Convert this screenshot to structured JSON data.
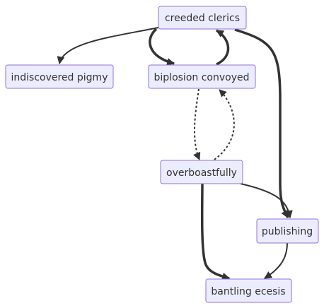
{
  "diagram": {
    "nodes": {
      "creeded_clerics": {
        "label": "creeded clerics"
      },
      "indiscovered_pigmy": {
        "label": "indiscovered pigmy"
      },
      "biplosion_convoyed": {
        "label": "biplosion convoyed"
      },
      "overboastfully": {
        "label": "overboastfully"
      },
      "publishing": {
        "label": "publishing"
      },
      "bantling_ecesis": {
        "label": "bantling ecesis"
      }
    },
    "edges": [
      {
        "from": "creeded_clerics",
        "to": "indiscovered_pigmy",
        "style": "normal"
      },
      {
        "from": "creeded_clerics",
        "to": "biplosion_convoyed",
        "style": "thick"
      },
      {
        "from": "biplosion_convoyed",
        "to": "creeded_clerics",
        "style": "thick"
      },
      {
        "from": "creeded_clerics",
        "to": "publishing",
        "style": "thick"
      },
      {
        "from": "biplosion_convoyed",
        "to": "overboastfully",
        "style": "dotted"
      },
      {
        "from": "overboastfully",
        "to": "biplosion_convoyed",
        "style": "dotted"
      },
      {
        "from": "overboastfully",
        "to": "publishing",
        "style": "normal"
      },
      {
        "from": "overboastfully",
        "to": "bantling_ecesis",
        "style": "thick"
      },
      {
        "from": "publishing",
        "to": "bantling_ecesis",
        "style": "normal"
      }
    ],
    "colors": {
      "node_fill": "#ececff",
      "node_stroke": "#9370db",
      "edge": "#333333",
      "text": "#333333"
    }
  }
}
